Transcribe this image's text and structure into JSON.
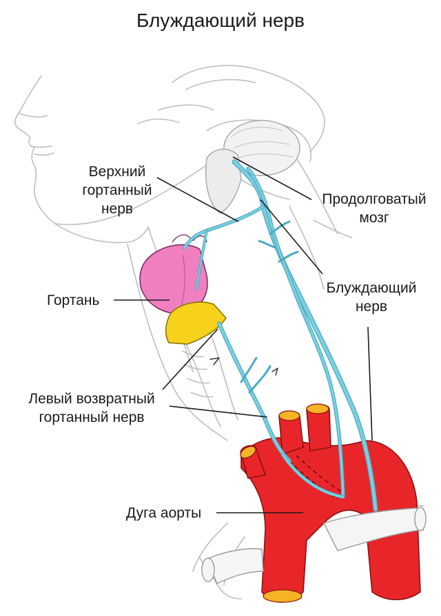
{
  "title": "Блуждающий нерв",
  "labels": {
    "superior_laryngeal": [
      "Верхний",
      "гортанный",
      "нерв"
    ],
    "medulla": [
      "Продолговатый",
      "мозг"
    ],
    "larynx": "Гортань",
    "vagus": [
      "Блуждающий",
      "нерв"
    ],
    "recurrent_laryngeal": [
      "Левый возвратный",
      "гортанный нерв"
    ],
    "aortic_arch": "Дуга аорты"
  },
  "colors": {
    "nerve": "#7ccfe0",
    "nerve_outline": "#4aa9c2",
    "larynx": "#f07fc0",
    "thyroid_cartilage": "#f7d21c",
    "aorta": "#e8262a",
    "vessel_opening": "#f5b325",
    "sketch_line": "#b8b8b8"
  }
}
